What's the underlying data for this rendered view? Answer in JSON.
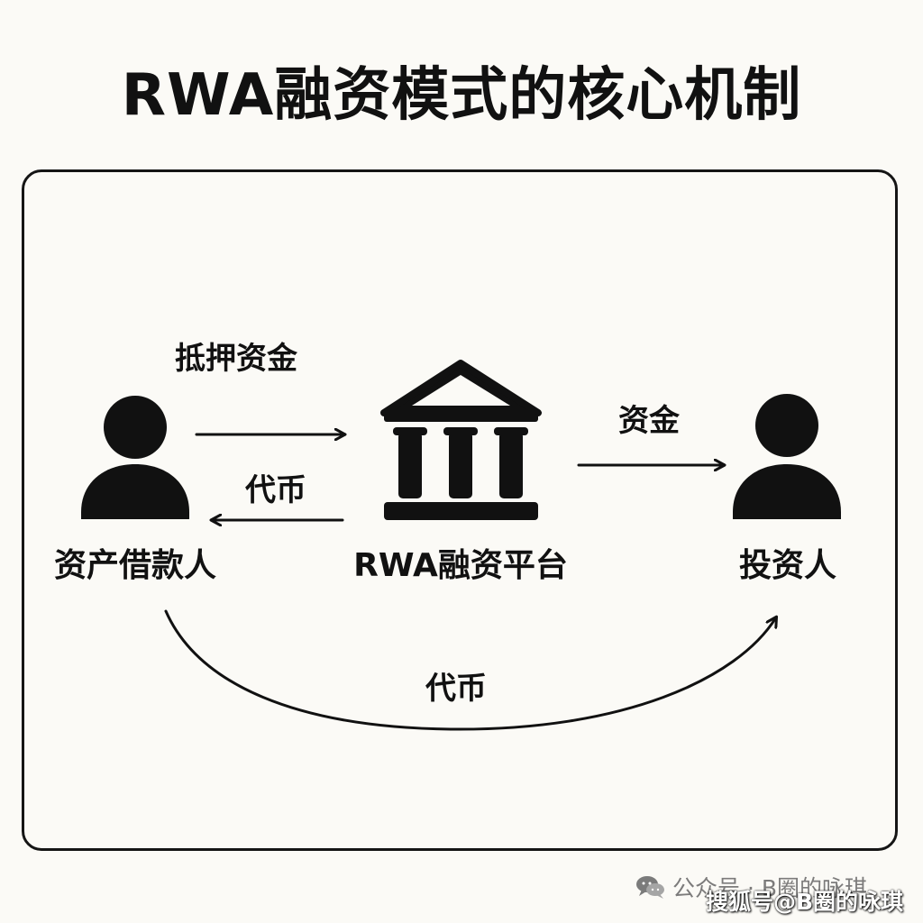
{
  "title": "RWA融资模式的核心机制",
  "nodes": {
    "borrower": "资产借款人",
    "platform": "RWA融资平台",
    "investor": "投资人"
  },
  "edges": {
    "collateral_funds": "抵押资金",
    "token_back": "代币",
    "funds": "资金",
    "token_curve": "代币"
  },
  "watermark": {
    "public_account": "公众号 · B圈的咏琪",
    "source": "搜狐号@B圈的咏琪"
  },
  "icons": {
    "borrower": "person-icon",
    "platform": "bank-icon",
    "investor": "person-icon",
    "watermark": "wechat-icon"
  }
}
